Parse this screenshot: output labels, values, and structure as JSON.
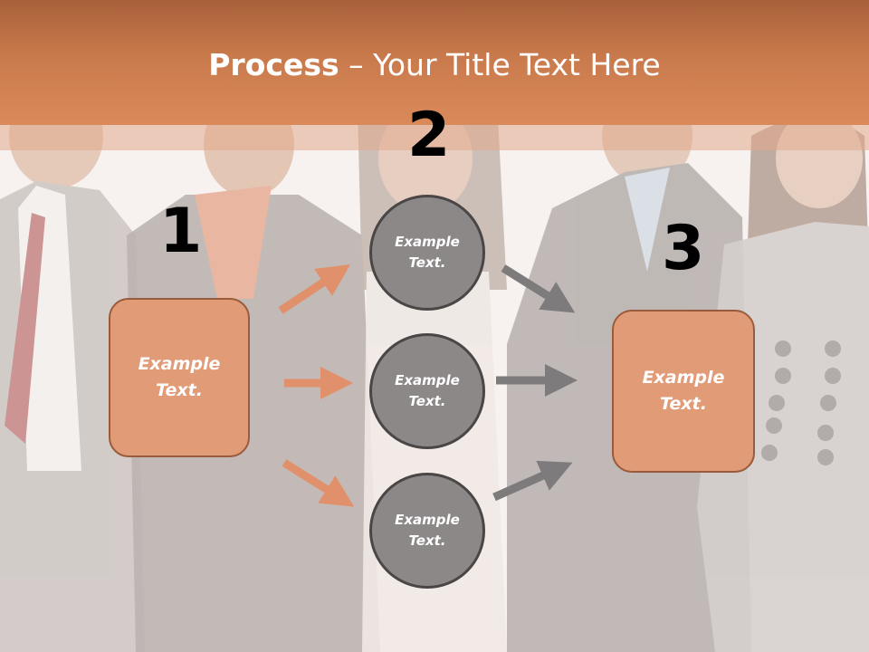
{
  "title": {
    "bold": "Process",
    "rest": " – Your Title Text Here"
  },
  "steps": {
    "one": "1",
    "two": "2",
    "three": "3"
  },
  "box_left": {
    "line1": "Example",
    "line2": "Text."
  },
  "box_right": {
    "line1": "Example",
    "line2": "Text."
  },
  "circles": [
    {
      "line1": "Example",
      "line2": "Text."
    },
    {
      "line1": "Example",
      "line2": "Text."
    },
    {
      "line1": "Example",
      "line2": "Text."
    }
  ],
  "colors": {
    "header": "#c97a4c",
    "box_fill": "#e19b77",
    "circle_fill": "#8c8888",
    "orange_arrow": "#e0906a",
    "gray_arrow": "#7d7b7b"
  }
}
